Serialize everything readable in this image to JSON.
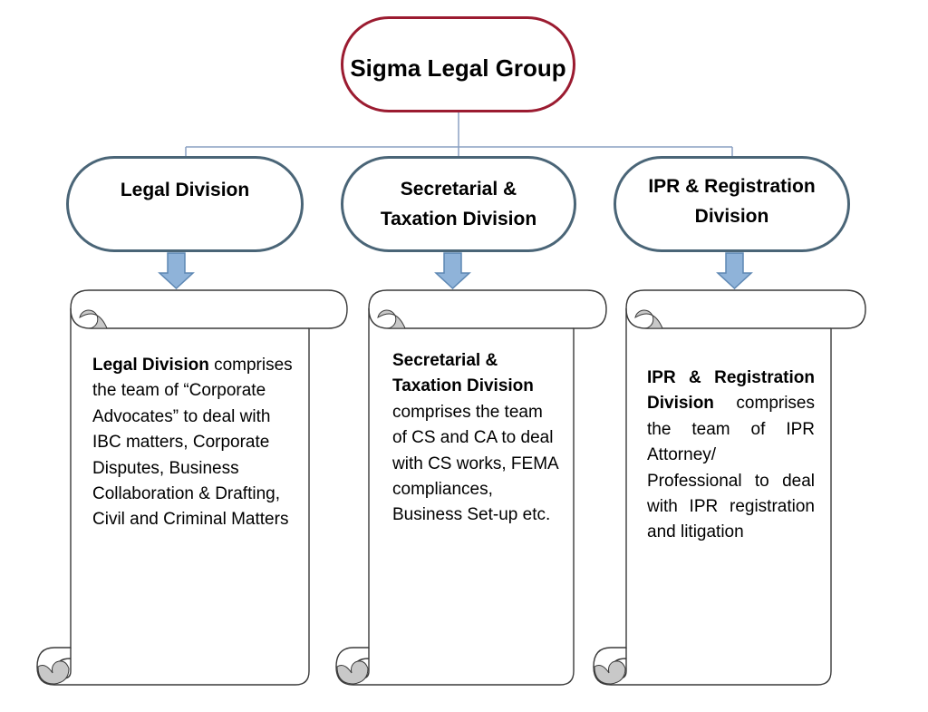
{
  "root": {
    "label": "Sigma Legal Group"
  },
  "divisions": [
    {
      "title": "Legal Division",
      "desc_name": "Legal Division",
      "desc_text": " comprises the team of “Corporate Advocates” to deal with IBC matters, Corporate Disputes, Business Collaboration & Drafting, Civil and Criminal Matters"
    },
    {
      "title": "Secretarial & Taxation Division",
      "desc_name": "Secretarial & Taxation Division",
      "desc_text": " comprises the team of CS and CA to deal with CS works, FEMA compliances, Business Set-up etc."
    },
    {
      "title": "IPR & Registration Division",
      "desc_name": "IPR & Registration Division",
      "desc_text": " comprises the team of IPR Attorney/ Professional to deal with IPR registration and litigation"
    }
  ],
  "colors": {
    "root_border": "#9b1b30",
    "division_border": "#4a6577",
    "arrow_fill": "#8fb3d9",
    "arrow_stroke": "#5d87b3",
    "connector": "#8aa0c2",
    "scroll_curl": "#c8c8c8"
  }
}
